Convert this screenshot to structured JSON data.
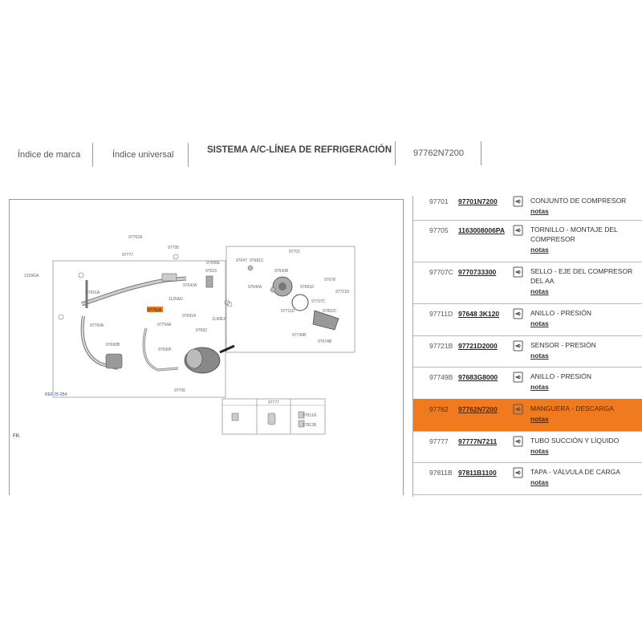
{
  "header": {
    "tabs": [
      {
        "label": "Índice de marca"
      },
      {
        "label": "Índice universal"
      }
    ],
    "title": "SISTEMA A/C-LÍNEA DE REFRIGERACIÓN",
    "part_code": "97762N7200"
  },
  "diagram": {
    "labels": {
      "l1": "97762A",
      "l2": "97777",
      "l3": "97795",
      "l4": "97690E",
      "l5": "97623",
      "l6": "1339GA",
      "l7": "97642A",
      "l8": "1125AD",
      "l9": "97651A",
      "l10": "97762A",
      "l11": "97760A",
      "l12": "97754A",
      "l13": "97690B",
      "l14": "97690F",
      "l15": "97692",
      "l16": "97691A",
      "l17": "1140EX",
      "l18": "97701",
      "l19": "97647",
      "l20": "97681C",
      "l21": "97643B",
      "l22": "97678",
      "l23": "97640A",
      "l24": "97681D",
      "l25": "97721D",
      "l26": "97707C",
      "l27": "97749B",
      "l28": "97674B",
      "l29": "97705",
      "l30": "97711D",
      "l31": "97802C",
      "l32": "REF 25-2B4",
      "l33": "FR.",
      "l34": "97811G",
      "l35": "97812B",
      "l36": "97777"
    }
  },
  "parts": [
    {
      "ref": "97701",
      "pn": "97701N7200",
      "desc": "CONJUNTO DE COMPRESOR",
      "notes": "notas"
    },
    {
      "ref": "97705",
      "pn": "1163008006PA",
      "desc": "TORNILLO - MONTAJE DEL COMPRESOR",
      "notes": "notas"
    },
    {
      "ref": "97707C",
      "pn": "9770733300",
      "desc": "SELLO - EJE DEL COMPRESOR DEL AA",
      "notes": "notas"
    },
    {
      "ref": "97711D",
      "pn": "97648 3K120",
      "desc": "ANILLO - PRESIÓN",
      "notes": "notas"
    },
    {
      "ref": "97721B",
      "pn": "97721D2000",
      "desc": "SENSOR - PRESIÓN",
      "notes": "notas"
    },
    {
      "ref": "97749B",
      "pn": "97683G8000",
      "desc": "ANILLO - PRESIÓN",
      "notes": "notas"
    },
    {
      "ref": "97762",
      "pn": "97762N7200",
      "desc": "MANGUERA - DESCARGA",
      "notes": "notas"
    },
    {
      "ref": "97777",
      "pn": "97777N7211",
      "desc": "TUBO SUCCIÓN Y LÍQUIDO",
      "notes": "notas"
    },
    {
      "ref": "97811B",
      "pn": "97811B1100",
      "desc": "TAPA - VÁLVULA DE CARGA",
      "notes": "notas"
    }
  ],
  "colors": {
    "highlight": "#f07a1e"
  }
}
